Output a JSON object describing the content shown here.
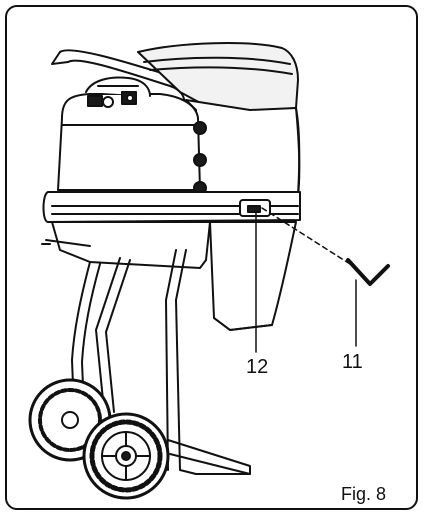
{
  "figure": {
    "caption": "Fig. 8",
    "callouts": [
      {
        "id": "12",
        "label": "12",
        "target": "handle-slot"
      },
      {
        "id": "11",
        "label": "11",
        "target": "allen-key"
      }
    ]
  },
  "colors": {
    "line": "#111111",
    "body_fill": "#ffffff",
    "lid_fill": "#f2f2f2",
    "dark_fill": "#1a1a1a"
  }
}
